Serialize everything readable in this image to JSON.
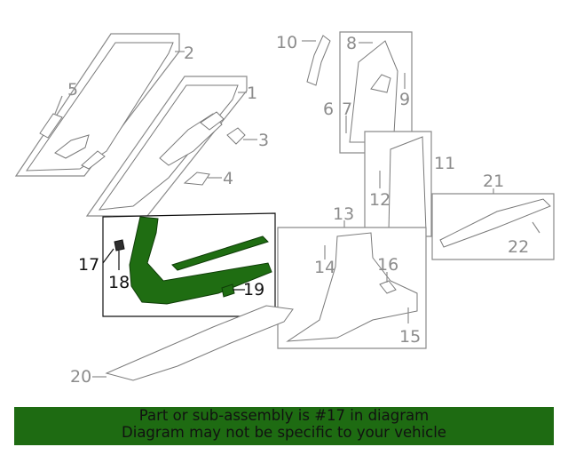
{
  "callouts": {
    "c1": "1",
    "c2": "2",
    "c3": "3",
    "c4": "4",
    "c5": "5",
    "c6": "6",
    "c7": "7",
    "c8": "8",
    "c9": "9",
    "c10": "10",
    "c11": "11",
    "c12": "12",
    "c13": "13",
    "c14": "14",
    "c15": "15",
    "c16": "16",
    "c17": "17",
    "c18": "18",
    "c19": "19",
    "c20": "20",
    "c21": "21",
    "c22": "22"
  },
  "banner": {
    "line1": "Part or sub-assembly is #17 in diagram",
    "line2": "Diagram may not be specific to your vehicle"
  },
  "colors": {
    "highlight_part": "#1f6d12",
    "banner_bg": "#1e6b12",
    "callout_gray": "#8c8c8c",
    "callout_highlight": "#111111"
  }
}
